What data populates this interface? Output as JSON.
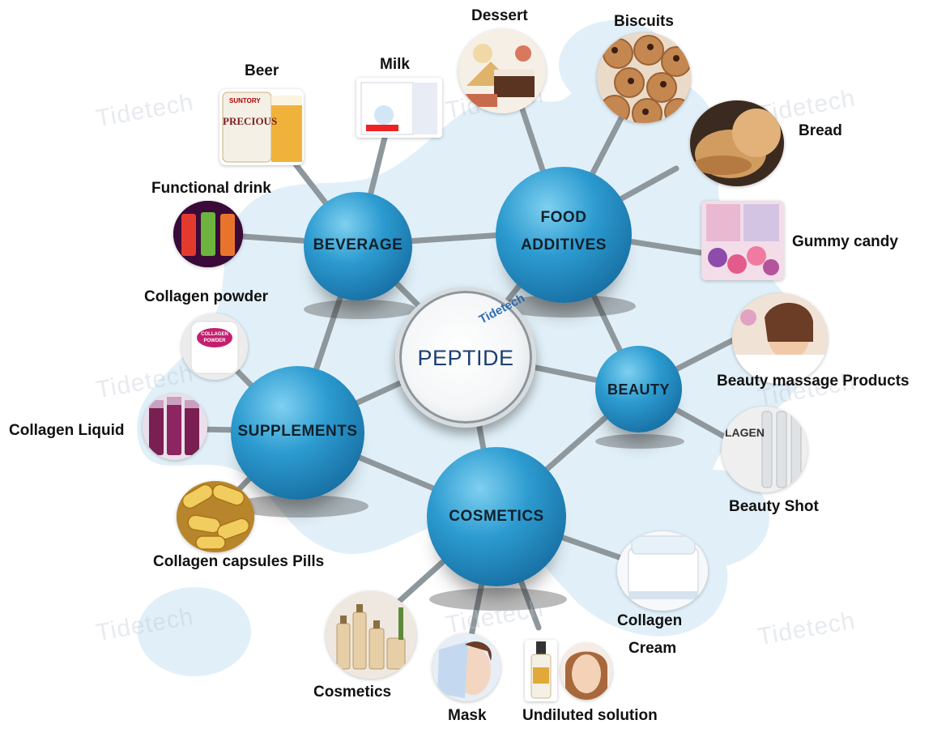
{
  "watermark": "Tidetech",
  "center": {
    "label": "PEPTIDE",
    "logo": "Tidetech"
  },
  "hubs": {
    "beverage": "BEVERAGE",
    "food_line1": "FOOD",
    "food_line2": "ADDITIVES",
    "beauty": "BEAUTY",
    "supplements": "SUPPLEMENTS",
    "cosmetics": "COSMETICS"
  },
  "items": {
    "dessert": "Dessert",
    "biscuits": "Biscuits",
    "beer": "Beer",
    "milk": "Milk",
    "bread": "Bread",
    "functional_drink": "Functional drink",
    "gummy_candy": "Gummy candy",
    "collagen_powder": "Collagen powder",
    "beauty_massage": "Beauty massage Products",
    "collagen_liquid": "Collagen Liquid",
    "beauty_shot": "Beauty Shot",
    "collagen_capsules": "Collagen capsules Pills",
    "collagen_cream_line1": "Collagen",
    "collagen_cream_line2": "Cream",
    "cosmetics": "Cosmetics",
    "mask": "Mask",
    "undiluted_solution": "Undiluted solution"
  },
  "product_text": {
    "beer_brand": "SUNTORY",
    "beer_name": "PRECIOUS",
    "powder_label": "COLLAGEN POWDER",
    "shot_text": "LAGEN"
  },
  "colors": {
    "hub": "#2c9bd0",
    "core_text": "#1b3f74",
    "connector": "#9aa3a8"
  }
}
